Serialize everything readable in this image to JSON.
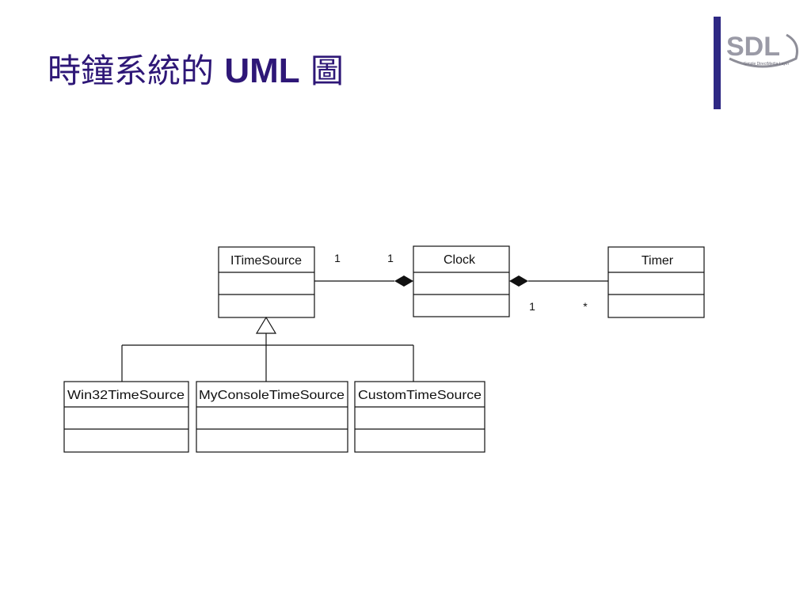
{
  "slide": {
    "title_cjk": "時鐘系統的",
    "title_latin": "UML",
    "title_suffix": "圖"
  },
  "logo": {
    "text": "SDL",
    "tagline": "Simple DirectMedia Layer",
    "bar_color": "#2e2884",
    "text_color": "#9a9aa6"
  },
  "diagram": {
    "classes": {
      "itimesource": "ITimeSource",
      "clock": "Clock",
      "timer": "Timer",
      "win32": "Win32TimeSource",
      "myconsole": "MyConsoleTimeSource",
      "custom": "CustomTimeSource"
    },
    "multiplicities": {
      "itimesource_clock_source": "1",
      "itimesource_clock_target": "1",
      "clock_timer_source": "1",
      "clock_timer_target": "*"
    }
  },
  "colors": {
    "title": "#2e1777",
    "line": "#111111"
  }
}
